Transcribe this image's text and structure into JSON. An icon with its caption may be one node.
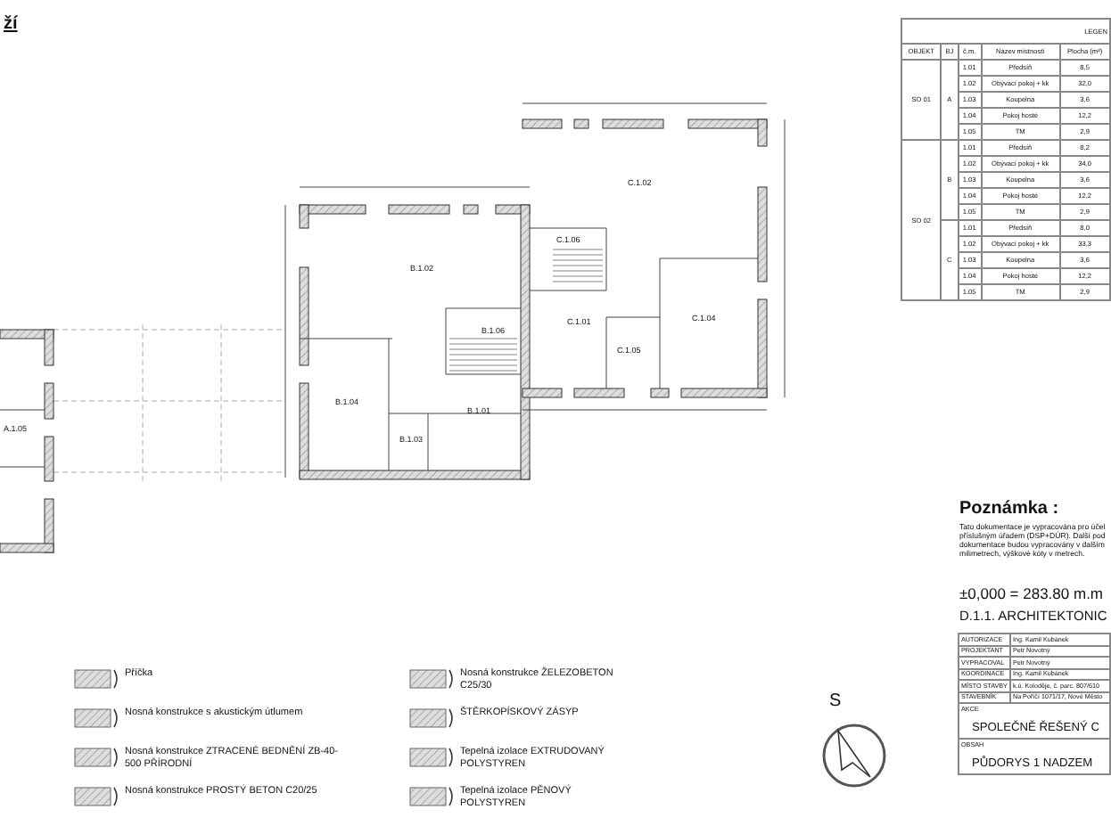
{
  "diagram": {
    "labels": [
      "ží",
      "A.1.05",
      "B.1.02",
      "C.1.02",
      "C.1.06",
      "B.1.06",
      "C.1.01",
      "C.1.04",
      "C.1.05",
      "B.1.04",
      "B.1.01",
      "B.1.03",
      "LEGEN",
      "OBJEKT",
      "BJ",
      "č.m.",
      "Název místností",
      "Plocha (m²)",
      "SO 01",
      "A",
      "1.01",
      "Předsíň",
      "8,5",
      "1.02",
      "Obývací pokoj + kk",
      "32,0",
      "1.03",
      "Koupelna",
      "3,6",
      "1.04",
      "Pokoj hosté",
      "12,2",
      "1.05",
      "TM",
      "2,9",
      "SO 02",
      "B",
      "1.01",
      "Předsíň",
      "8,2",
      "1.02",
      "Obývací pokoj + kk",
      "34,0",
      "1.03",
      "Koupelna",
      "3,6",
      "1.04",
      "Pokoj hosté",
      "12,2",
      "1.05",
      "TM",
      "2,9",
      "C",
      "1.01",
      "Předsíň",
      "8,0",
      "1.02",
      "Obývací pokoj + kk",
      "33,3",
      "1.03",
      "Koupelna",
      "3,6",
      "1.04",
      "Pokoj hosté",
      "12,2",
      "1.05",
      "TM",
      "2,9",
      "Poznámka :",
      "Tato dokumentace je vypracována pro účel příslušným úřadem (DSP+DÚR). Další pod dokumentace budou vypracovány v dalším milimetrech, výškové kóty v metrech.",
      "±0,000 = 283.80 m.m",
      "D.1.1. ARCHITEKTONIC",
      "AUTORIZACE",
      "Ing. Kamil Kubánek",
      "PROJEKTANT",
      "Petr Novotný",
      "VYPRACOVAL",
      "Petr Novotný",
      "KOORDINACE",
      "Ing. Kamil Kubánek",
      "MÍSTO STAVBY",
      "k.ú. Koloděje, č. parc. 807/610",
      "STAVEBNÍK",
      "Na Poříčí 1071/17, Nové Město",
      "AKCE",
      "SPOLEČNĚ ŘEŠENÝ C",
      "OBSAH",
      "PŮDORYS 1 NADZEM",
      "S"
    ],
    "legend": [
      {
        "text": "Příčka"
      },
      {
        "text": "Nosná konstrukce s akustickým útlumem"
      },
      {
        "text": "Nosná konstrukce ZTRACENÉ BEDNĚNÍ ZB-40-500 PŘÍRODNÍ"
      },
      {
        "text": "Nosná konstrukce PROSTÝ BETON C20/25"
      },
      {
        "text": "Nosná konstrukce ŽELEZOBETON C25/30"
      },
      {
        "text": "ŠTĚRKOPÍSKOVÝ ZÁSYP"
      },
      {
        "text": "Tepelná izolace EXTRUDOVANÝ POLYSTYREN"
      },
      {
        "text": "Tepelná izolace PĚNOVÝ POLYSTYREN"
      }
    ]
  }
}
